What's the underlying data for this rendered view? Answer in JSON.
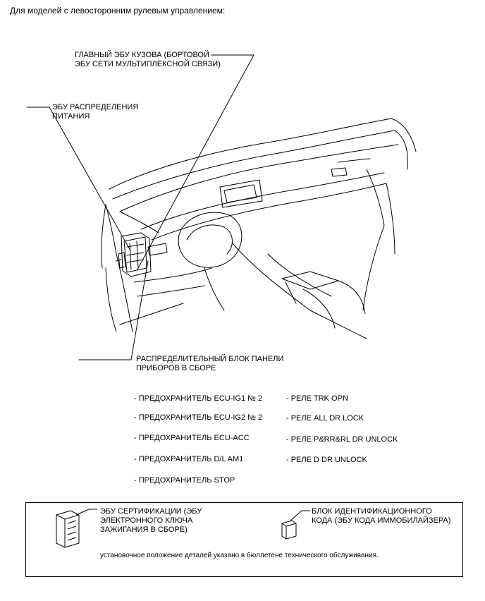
{
  "header": "Для моделей с левосторонним рулевым управлением:",
  "labels": {
    "main_body_ecu": "ГЛАВНЫЙ ЭБУ КУЗОВА (БОРТОВОЙ\nЭБУ СЕТИ МУЛЬТИПЛЕКСНОЙ СВЯЗИ)",
    "power_dist_ecu": "ЭБУ РАСПРЕДЕЛЕНИЯ\nПИТАНИЯ",
    "junction_block": "РАСПРЕДЕЛИТЕЛЬНЫЙ БЛОК ПАНЕЛИ\nПРИБОРОВ В СБОРЕ"
  },
  "fuses": [
    "- ПРЕДОХРАНИТЕЛЬ ECU-IG1 № 2",
    "- ПРЕДОХРАНИТЕЛЬ ECU-IG2 № 2",
    "- ПРЕДОХРАНИТЕЛЬ ECU-ACC",
    "- ПРЕДОХРАНИТЕЛЬ D/L AM1",
    "- ПРЕДОХРАНИТЕЛЬ STOP"
  ],
  "relays": [
    "- РЕЛЕ TRK OPN",
    "- РЕЛЕ ALL DR LOCK",
    "- РЕЛЕ P&RR&RL DR UNLOCK",
    "- РЕЛЕ D DR UNLOCK"
  ],
  "box": {
    "cert_ecu": "ЭБУ СЕРТИФИКАЦИИ (ЭБУ\nЭЛЕКТРОННОГО КЛЮЧА\nЗАЖИГАНИЯ В СБОРЕ)",
    "id_code_box": "БЛОК ИДЕНТИФИКАЦИОННОГО\nКОДА (ЭБУ КОДА ИММОБИЛАЙЗЕРА)",
    "note": "установочное положение деталей указано в бюллетене технического обслуживания."
  }
}
